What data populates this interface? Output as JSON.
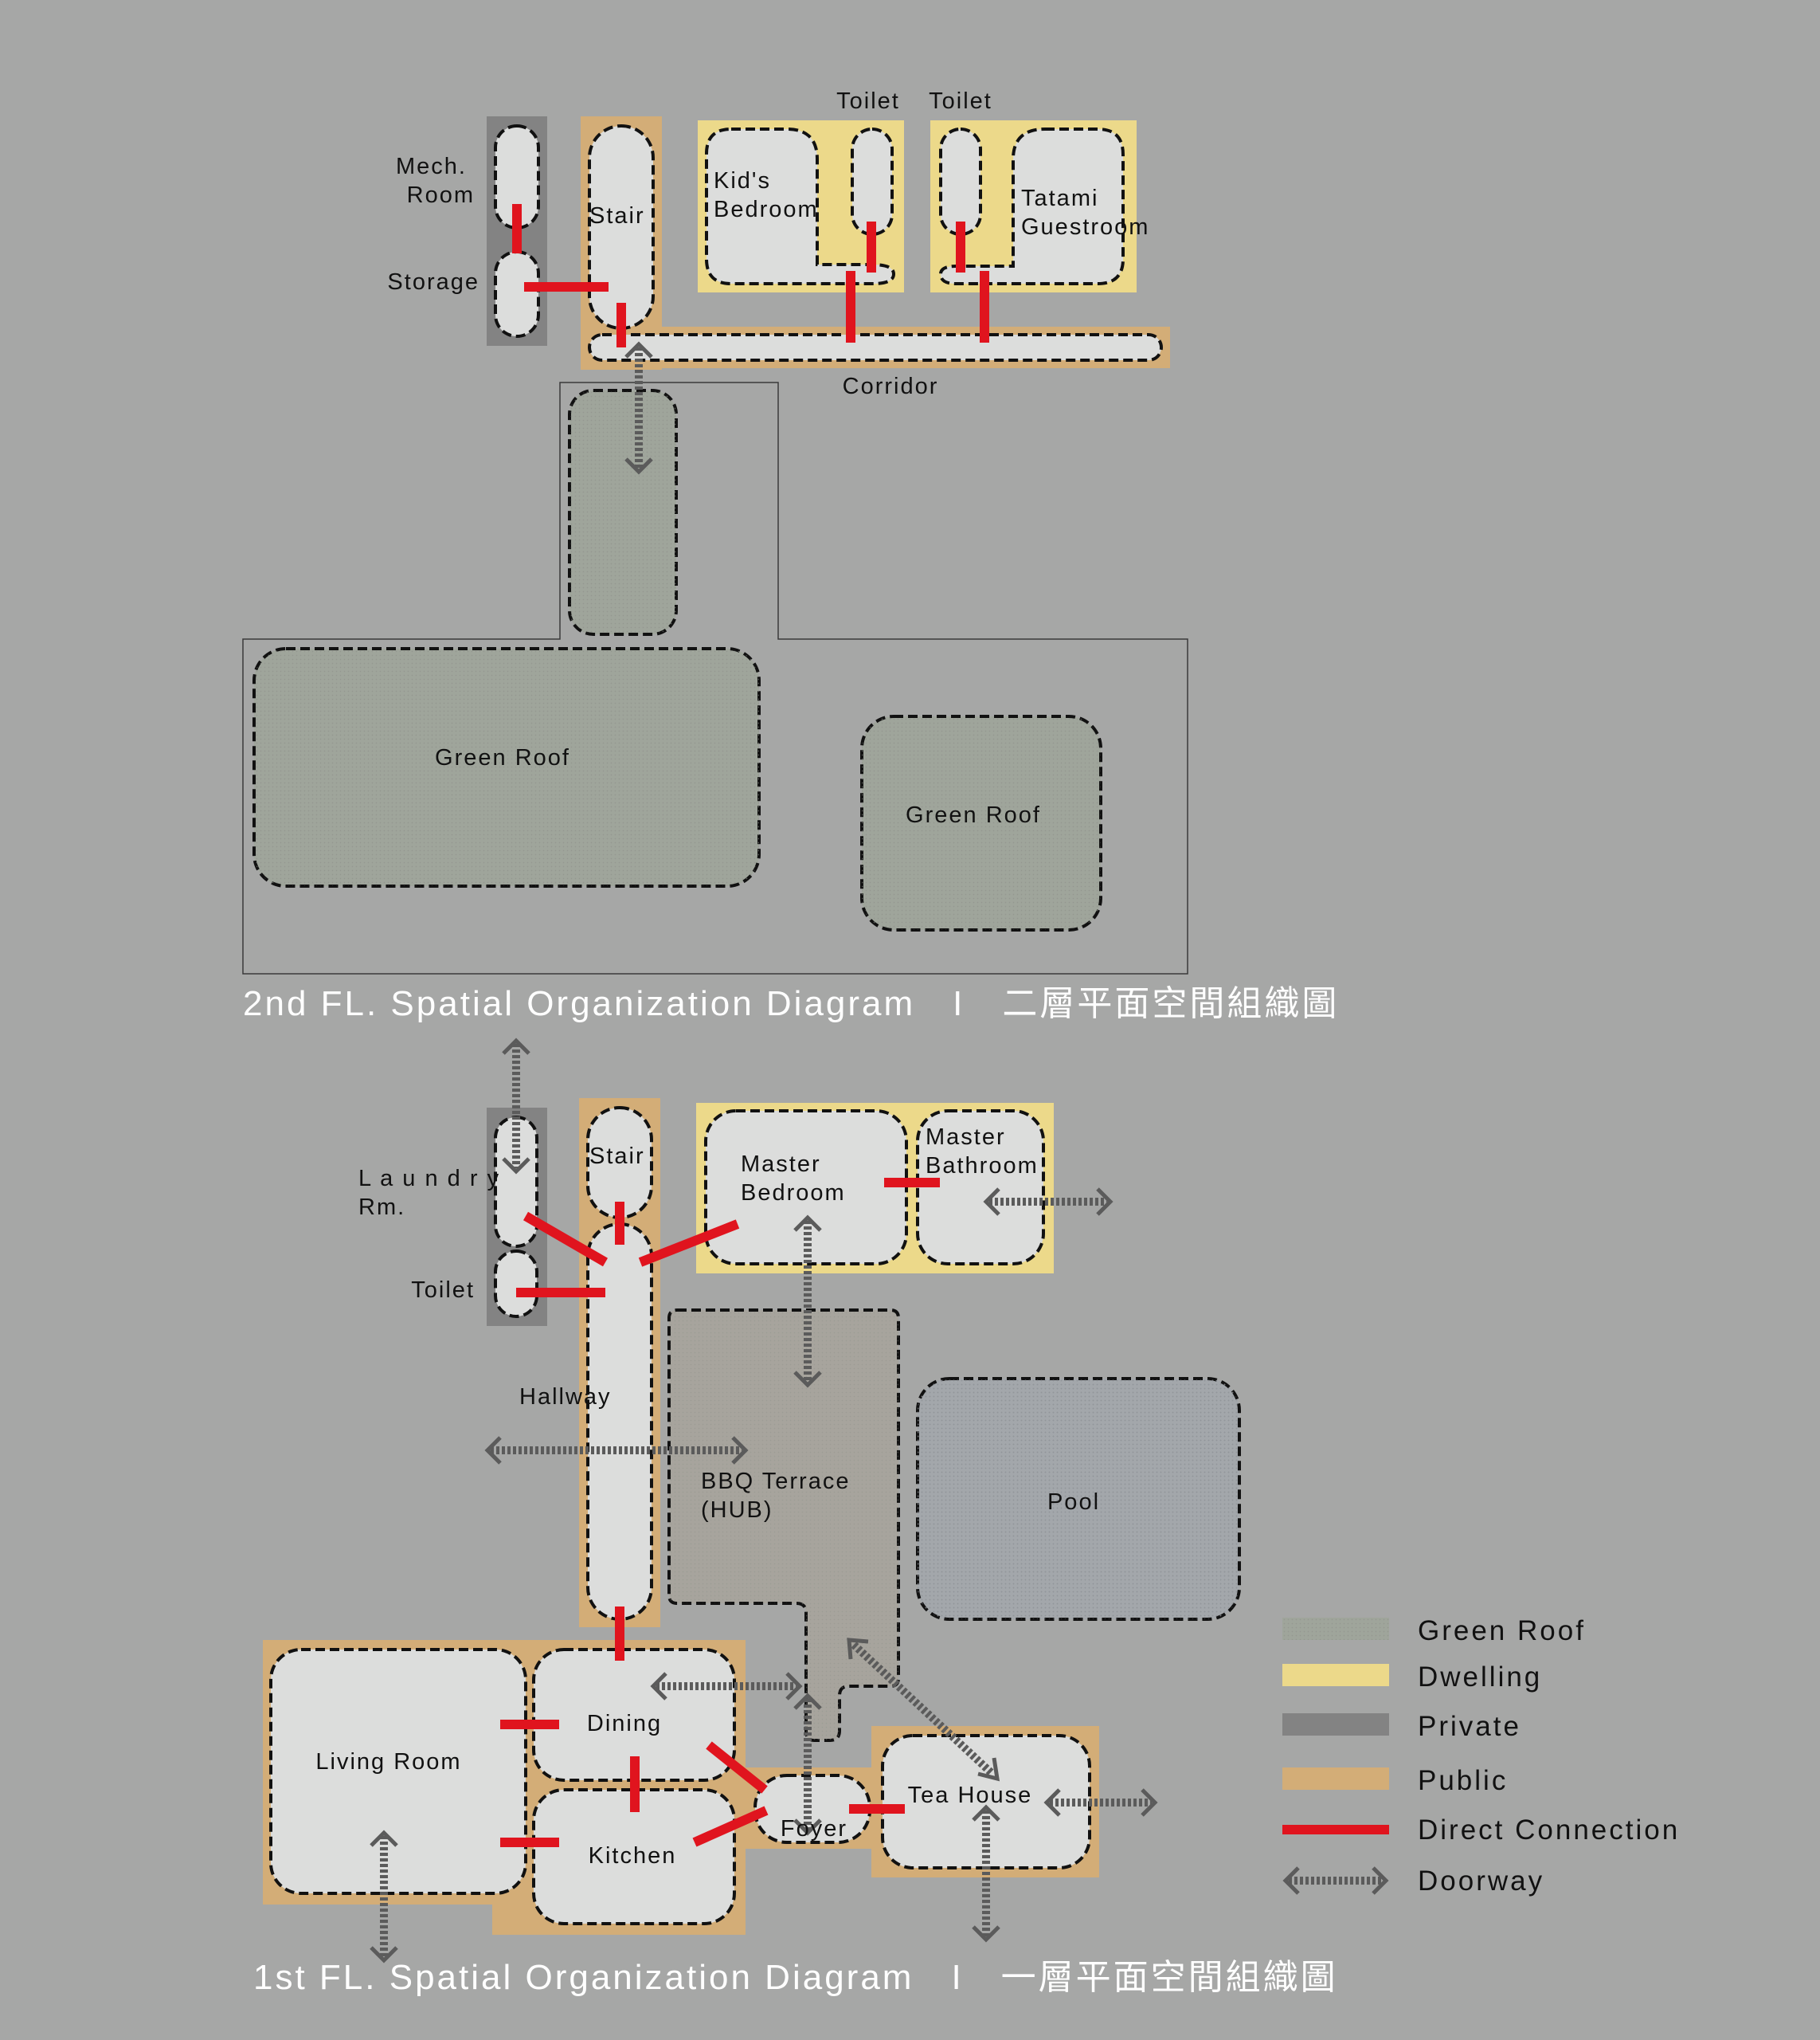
{
  "colors": {
    "background": "#a6a7a6",
    "room_fill": "#dcdddc",
    "green_roof": "#9fa59b",
    "dwelling": "#ecd98a",
    "private": "#838383",
    "public": "#d3ad77",
    "direct_connection": "#e0141e",
    "doorway": "#5b5b5b",
    "pool": "#a3a7ab",
    "bbq_terrace": "#a7a49d"
  },
  "floor2": {
    "title": "2nd FL. Spatial Organization Diagram　I　二層平面空間組織圖",
    "rooms": {
      "mech_room": "Mech.\nRoom",
      "storage": "Storage",
      "stair": "Stair",
      "kids_bedroom": "Kid's\nBedroom",
      "toilet_a": "Toilet",
      "toilet_b": "Toilet",
      "tatami_guestroom": "Tatami\nGuestroom",
      "corridor": "Corridor",
      "green_roof_left": "Green Roof",
      "green_roof_right": "Green Roof"
    }
  },
  "floor1": {
    "title": "1st FL. Spatial Organization Diagram　I　一層平面空間組織圖",
    "rooms": {
      "laundry": "L a u n d r y\nRm.",
      "toilet": "Toilet",
      "stair": "Stair",
      "hallway": "Hallway",
      "master_bedroom": "Master\nBedroom",
      "master_bathroom": "Master\nBathroom",
      "bbq_terrace": "BBQ Terrace\n(HUB)",
      "pool": "Pool",
      "living_room": "Living Room",
      "dining": "Dining",
      "kitchen": "Kitchen",
      "foyer": "Foyer",
      "tea_house": "Tea House"
    }
  },
  "legend": {
    "green_roof": "Green Roof",
    "dwelling": "Dwelling",
    "private": "Private",
    "public": "Public",
    "direct_connection": "Direct Connection",
    "doorway": "Doorway"
  }
}
